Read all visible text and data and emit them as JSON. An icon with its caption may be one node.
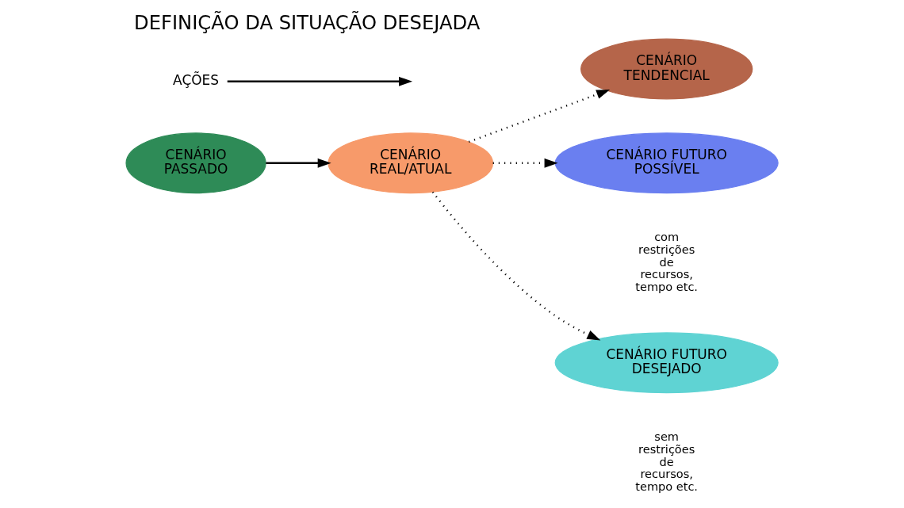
{
  "diagram": {
    "title": "DEFINIÇÃO DA SITUAÇÃO DESEJADA",
    "nodes": [
      {
        "text": [
          "CENÁRIO PASSADO"
        ]
      },
      {
        "text": [
          "CENÁRIO REAL/ATUAL"
        ]
      },
      {
        "text": [
          "CENÁRIO TENDENCIAL"
        ]
      },
      {
        "text": [
          "CENÁRIO FUTURO POSSÍVEL"
        ],
        "beside": [
          "com restrições de recursos, tempo etc."
        ]
      },
      {
        "text": [
          "CENÁRIO FUTURO DESEJADO"
        ],
        "beside": [
          "sem restrições de recursos, tempo etc."
        ]
      },
      {
        "text": [
          "AÇÕES"
        ]
      }
    ],
    "edges": [
      {
        "from": 0,
        "to": 1,
        "arrow": "to"
      },
      {
        "from": 1,
        "to": 2,
        "arrow": "to",
        "style": "dashed"
      },
      {
        "from": 1,
        "to": 3,
        "arrow": "to",
        "style": "dashed"
      },
      {
        "from": 1,
        "to": 4,
        "arrow": "to",
        "style": "dashed"
      },
      {
        "from": 5,
        "to": null,
        "arrow": "to"
      }
    ]
  }
}
